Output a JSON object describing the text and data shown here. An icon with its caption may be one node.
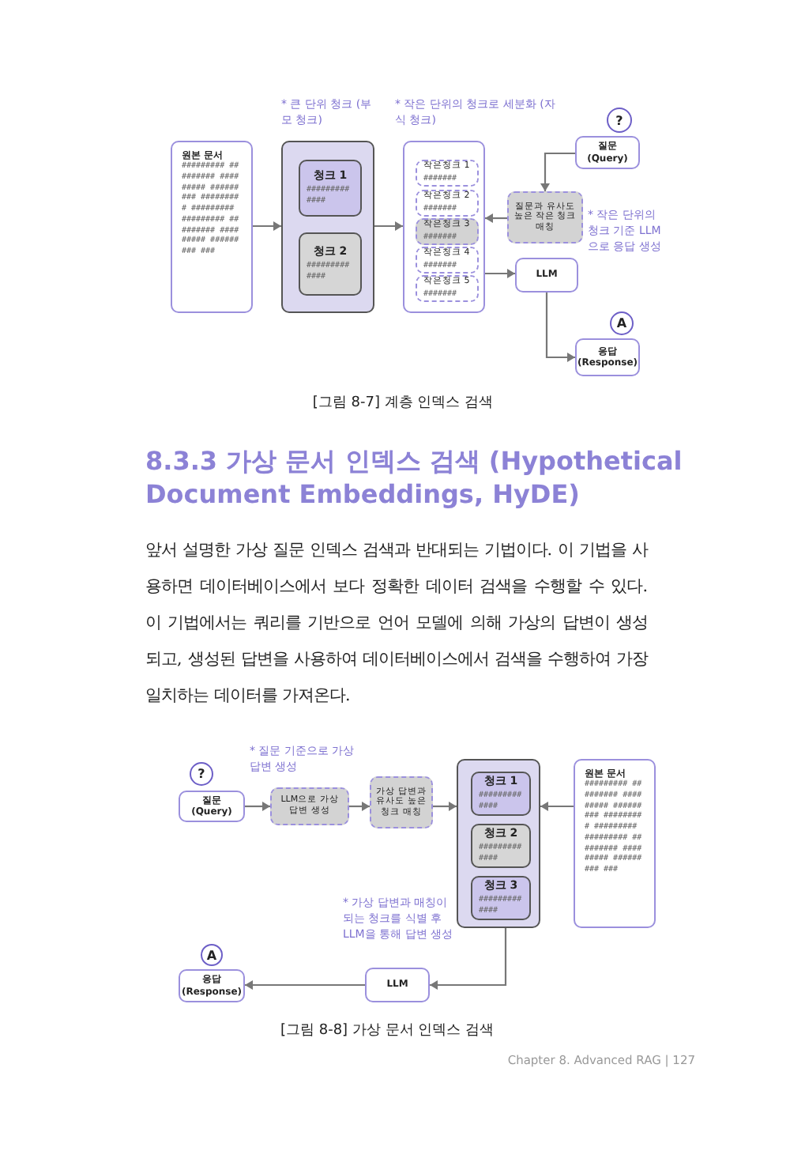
{
  "diagram": {
    "nodes": [
      {
        "text": [
          "원본 문서",
          "######### ######### ######### ######### ######### ######### ######### ######### ######### ######### ###"
        ]
      },
      {
        "text": [],
        "shape": "box",
        "beside": [
          "* 큰 단위 청크 (부모 청크)"
        ]
      },
      {
        "text": [
          "청크 1",
          "######### ####"
        ],
        "in": 1
      },
      {
        "text": [
          "청크 2",
          "######### ####"
        ],
        "in": 1
      },
      {
        "text": [],
        "shape": "box",
        "beside": [
          "* 작은 단위의 청크로 세분화 (자식 청크)"
        ]
      },
      {
        "text": [
          "작은청크 1",
          "#######"
        ],
        "in": 4
      },
      {
        "text": [
          "작은청크 2",
          "#######"
        ],
        "in": 4
      },
      {
        "text": [
          "작은청크 3",
          "#######"
        ],
        "in": 4
      },
      {
        "text": [
          "작은청크 4",
          "#######"
        ],
        "in": 4
      },
      {
        "text": [
          "작은청크 5",
          "#######"
        ],
        "in": 4
      },
      {
        "text": [
          "질문 (Query)"
        ],
        "beside": [
          "?"
        ]
      },
      {
        "text": [
          "질문과 유사도 높은 작은 청크 매칭"
        ]
      },
      {
        "text": [
          "LLM"
        ],
        "beside": [
          "* 작은 단위의 청크 기준 LLM으로 응답 생성"
        ]
      },
      {
        "text": [
          "응답 (Response)"
        ],
        "beside": [
          "A"
        ]
      },
      {
        "text": [
          "질문 (Query)"
        ],
        "beside": [
          "?"
        ]
      },
      {
        "text": [
          "LLM으로 가상 답변 생성"
        ],
        "beside": [
          "* 질문 기준으로 가상 답변 생성"
        ]
      },
      {
        "text": [
          "가상 답변과 유사도 높은 청크 매칭"
        ]
      },
      {
        "text": [],
        "shape": "box"
      },
      {
        "text": [
          "청크 1",
          "######### ####"
        ],
        "in": 17
      },
      {
        "text": [
          "청크 2",
          "######### ####"
        ],
        "in": 17
      },
      {
        "text": [
          "청크 3",
          "######### ####"
        ],
        "in": 17
      },
      {
        "text": [
          "원본 문서",
          "######### ######### ######### ######### ######### ######### ######### ######### ######### ######### ###"
        ]
      },
      {
        "text": [
          "LLM"
        ],
        "beside": [
          "* 가상 답변과 매칭이 되는 청크를 식별 후 LLM을 통해 답변 생성"
        ]
      },
      {
        "text": [
          "응답 (Response)"
        ],
        "beside": [
          "A"
        ]
      }
    ],
    "edges": [
      {
        "from": 0,
        "to": 1,
        "arrow": "to"
      },
      {
        "from": 1,
        "to": 4,
        "arrow": "to"
      },
      {
        "from": 10,
        "to": 11,
        "arrow": "to"
      },
      {
        "from": 11,
        "to": 4,
        "arrow": "to"
      },
      {
        "from": 4,
        "to": 12,
        "arrow": "to"
      },
      {
        "from": 12,
        "to": 13,
        "arrow": "to"
      },
      {
        "from": 14,
        "to": 15,
        "arrow": "to"
      },
      {
        "from": 15,
        "to": 16,
        "arrow": "to"
      },
      {
        "from": 16,
        "to": 17,
        "arrow": "to"
      },
      {
        "from": 21,
        "to": 17,
        "arrow": "to"
      },
      {
        "from": 17,
        "to": 22,
        "arrow": "to"
      },
      {
        "from": 22,
        "to": 23,
        "arrow": "to"
      }
    ],
    "labels": [
      "[그림 8-7] 계층 인덱스 검색",
      "8.3.3 가상 문서 인덱스 검색 (Hypothetical Document Embeddings, HyDE)",
      "앞서 설명한 가상 질문 인덱스 검색과 반대되는 기법이다. 이 기법을 사용하면 데이터베이스에서 보다 정확한 데이터 검색을 수행할 수 있다. 이 기법에서는 쿼리를 기반으로 언어 모델에 의해 가상의 답변이 생성되고, 생성된 답변을 사용하여 데이터베이스에서 검색을 수행하여 가장 일치하는 데이터를 가져온다.",
      "[그림 8-8] 가상 문서 인덱스 검색",
      "Chapter 8. Advanced RAG | 127"
    ]
  }
}
